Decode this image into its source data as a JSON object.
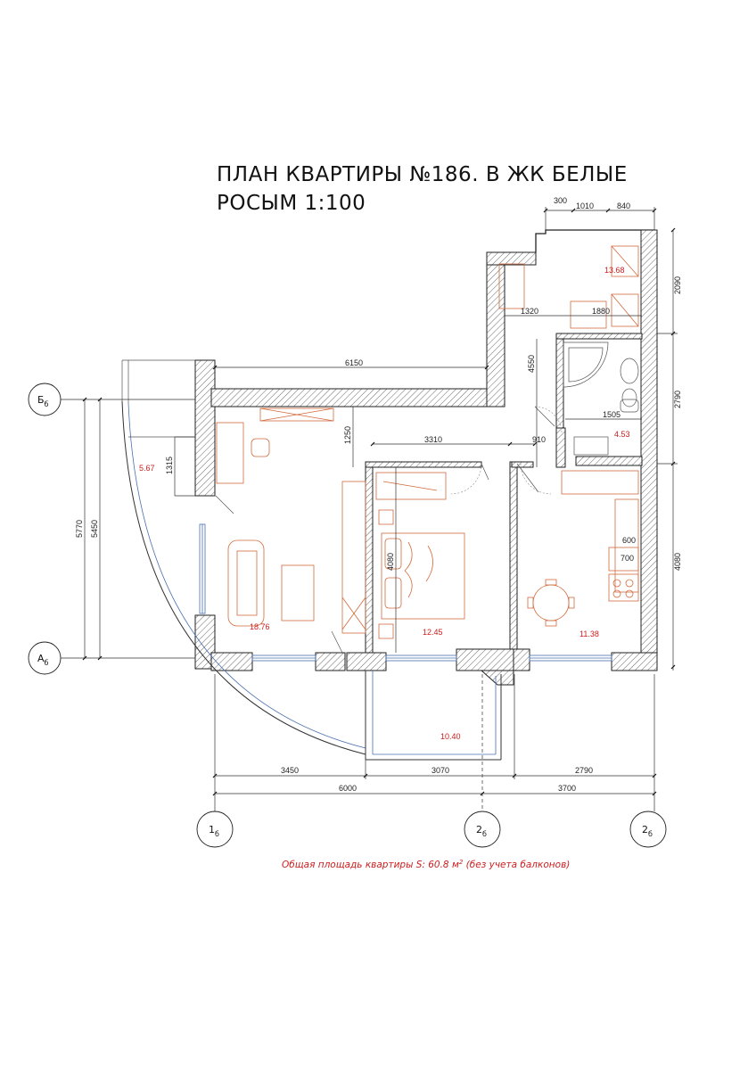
{
  "title": {
    "line1": "ПЛАН КВАРТИРЫ №186. В ЖК БЕЛЫЕ",
    "line2": "РОСЫМ 1:100"
  },
  "rooms": [
    {
      "id": "living",
      "area": "18.76"
    },
    {
      "id": "bedroom",
      "area": "12.45"
    },
    {
      "id": "kitchen",
      "area": "11.38"
    },
    {
      "id": "hall",
      "area": "13.68"
    },
    {
      "id": "bath",
      "area": "4.53"
    },
    {
      "id": "loggia-left",
      "area": "5.67"
    },
    {
      "id": "balcony",
      "area": "10.40"
    }
  ],
  "dimensions": {
    "d300": "300",
    "d1010": "1010",
    "d840": "840",
    "d2090": "2090",
    "d1320": "1320",
    "d1880": "1880",
    "d4550": "4550",
    "d6150": "6150",
    "d2790_right": "2790",
    "d1505": "1505",
    "d3310": "3310",
    "d910": "910",
    "d1250": "1250",
    "d1315": "1315",
    "d5770": "5770",
    "d5450": "5450",
    "d4080_bed": "4080",
    "d4080_right": "4080",
    "d600": "600",
    "d700": "700",
    "d3450": "3450",
    "d3070": "3070",
    "d2790_bottom": "2790",
    "d6000": "6000",
    "d3700": "3700"
  },
  "axes": {
    "b": {
      "letter": "Б",
      "sub": "б"
    },
    "a": {
      "letter": "А",
      "sub": "б"
    },
    "one": {
      "letter": "1",
      "sub": "б"
    },
    "two": {
      "letter": "2",
      "sub": "б"
    },
    "two_right": {
      "letter": "2",
      "sub": "б"
    }
  },
  "note": {
    "prefix": "Общая площадь квартиры S: 60.8 м",
    "sup": "2",
    "suffix": " (без учета балконов)"
  },
  "colors": {
    "wall": "#222222",
    "furniture": "#d26a3c",
    "area_text": "#cc1d1d",
    "window": "#4a6fb0"
  }
}
